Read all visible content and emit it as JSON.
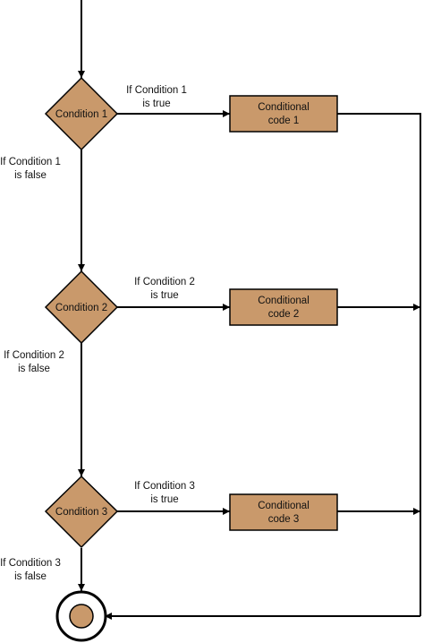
{
  "colors": {
    "node_fill": "#C9996B",
    "stroke": "#000000",
    "background": "#FFFFFF"
  },
  "decisions": [
    {
      "label": "Condition 1"
    },
    {
      "label": "Condition 2"
    },
    {
      "label": "Condition 3"
    }
  ],
  "process_boxes": [
    {
      "line1": "Conditional",
      "line2": "code 1"
    },
    {
      "line1": "Conditional",
      "line2": "code 2"
    },
    {
      "line1": "Conditional",
      "line2": "code 3"
    }
  ],
  "true_labels": [
    {
      "line1": "If Condition 1",
      "line2": "is true"
    },
    {
      "line1": "If Condition 2",
      "line2": "is true"
    },
    {
      "line1": "If Condition 3",
      "line2": "is true"
    }
  ],
  "false_labels": [
    {
      "line1": "If Condition 1",
      "line2": "is false"
    },
    {
      "line1": "If Condition 2",
      "line2": "is false"
    },
    {
      "line1": "If Condition 3",
      "line2": "is false"
    }
  ]
}
